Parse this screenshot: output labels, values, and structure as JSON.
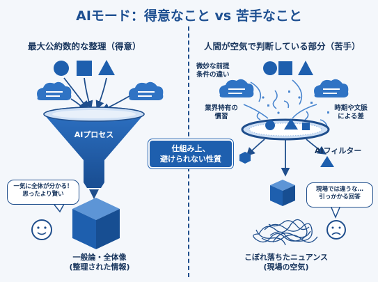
{
  "title": "AIモード：得意なこと vs 苦手なこと",
  "left": {
    "heading": "最大公約数的な整理（得意）",
    "funnel_label": "AIプロセス",
    "bubble_line1": "一気に全体が分かる！",
    "bubble_line2": "思ったより賢い",
    "result_line1": "一般論・全体像",
    "result_line2": "(整理された情報)"
  },
  "center": {
    "line1": "仕組み上、",
    "line2": "避けられない性質"
  },
  "right": {
    "heading": "人間が空気で判断している部分（苦手）",
    "label_subtle_line1": "微妙な前提",
    "label_subtle_line2": "条件の違い",
    "label_industry_line1": "業界特有の",
    "label_industry_line2": "慣習",
    "label_time_line1": "時期や文脈",
    "label_time_line2": "による差",
    "filter_label": "AIフィルター",
    "bubble_line1": "現場では違うな…",
    "bubble_line2": "引っかかる回答",
    "result_line1": "こぼれ落ちたニュアンス",
    "result_line2": "(現場の空気)"
  },
  "colors": {
    "primary": "#1e5fae",
    "dark": "#1f4e8c",
    "light": "#4a86cf"
  }
}
